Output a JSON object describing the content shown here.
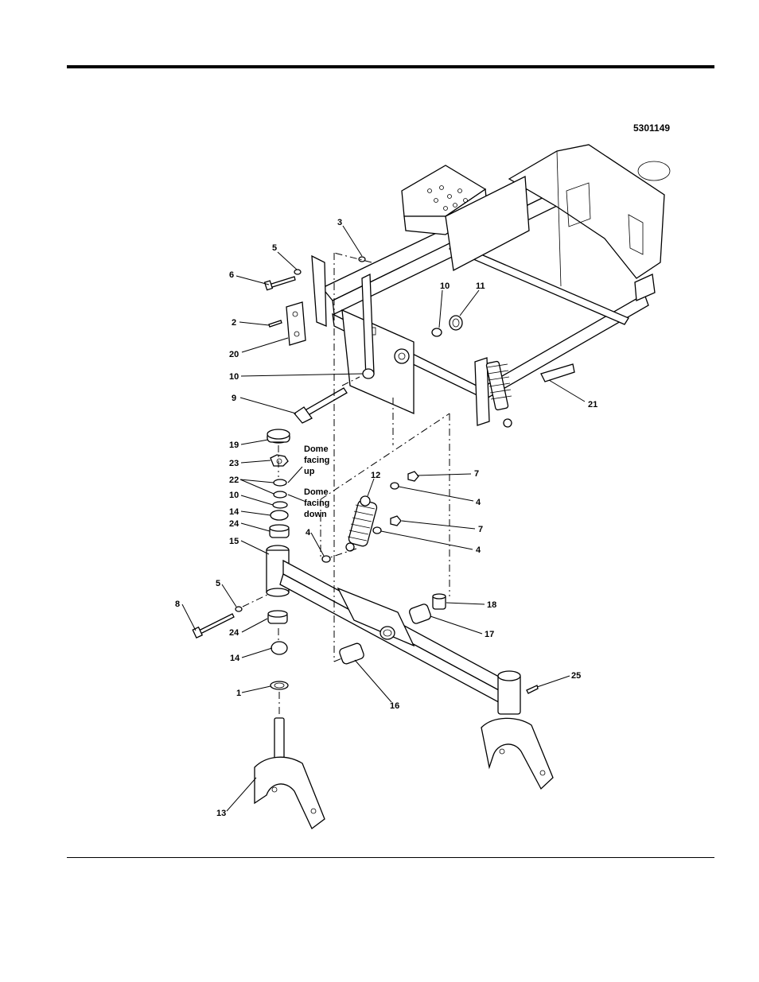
{
  "drawing_number": "5301149",
  "labels": [
    {
      "id": "3a",
      "text": "3"
    },
    {
      "id": "5a",
      "text": "5"
    },
    {
      "id": "6a",
      "text": "6"
    },
    {
      "id": "2a",
      "text": "2"
    },
    {
      "id": "20a",
      "text": "20"
    },
    {
      "id": "10a",
      "text": "10"
    },
    {
      "id": "9a",
      "text": "9"
    },
    {
      "id": "10b",
      "text": "10"
    },
    {
      "id": "11a",
      "text": "11"
    },
    {
      "id": "21a",
      "text": "21"
    },
    {
      "id": "19a",
      "text": "19"
    },
    {
      "id": "23a",
      "text": "23"
    },
    {
      "id": "22a",
      "text": "22"
    },
    {
      "id": "10c",
      "text": "10"
    },
    {
      "id": "14a",
      "text": "14"
    },
    {
      "id": "24a",
      "text": "24"
    },
    {
      "id": "15a",
      "text": "15"
    },
    {
      "id": "12a",
      "text": "12"
    },
    {
      "id": "7a",
      "text": "7"
    },
    {
      "id": "4a",
      "text": "4"
    },
    {
      "id": "7b",
      "text": "7"
    },
    {
      "id": "4b",
      "text": "4"
    },
    {
      "id": "4c",
      "text": "4"
    },
    {
      "id": "5b",
      "text": "5"
    },
    {
      "id": "8a",
      "text": "8"
    },
    {
      "id": "24b",
      "text": "24"
    },
    {
      "id": "14b",
      "text": "14"
    },
    {
      "id": "1a",
      "text": "1"
    },
    {
      "id": "18a",
      "text": "18"
    },
    {
      "id": "17a",
      "text": "17"
    },
    {
      "id": "16a",
      "text": "16"
    },
    {
      "id": "25a",
      "text": "25"
    },
    {
      "id": "13a",
      "text": "13"
    }
  ],
  "notes": {
    "dome_up": [
      "Dome",
      "facing",
      "up"
    ],
    "dome_down": [
      "Dome",
      "facing",
      "down"
    ]
  }
}
